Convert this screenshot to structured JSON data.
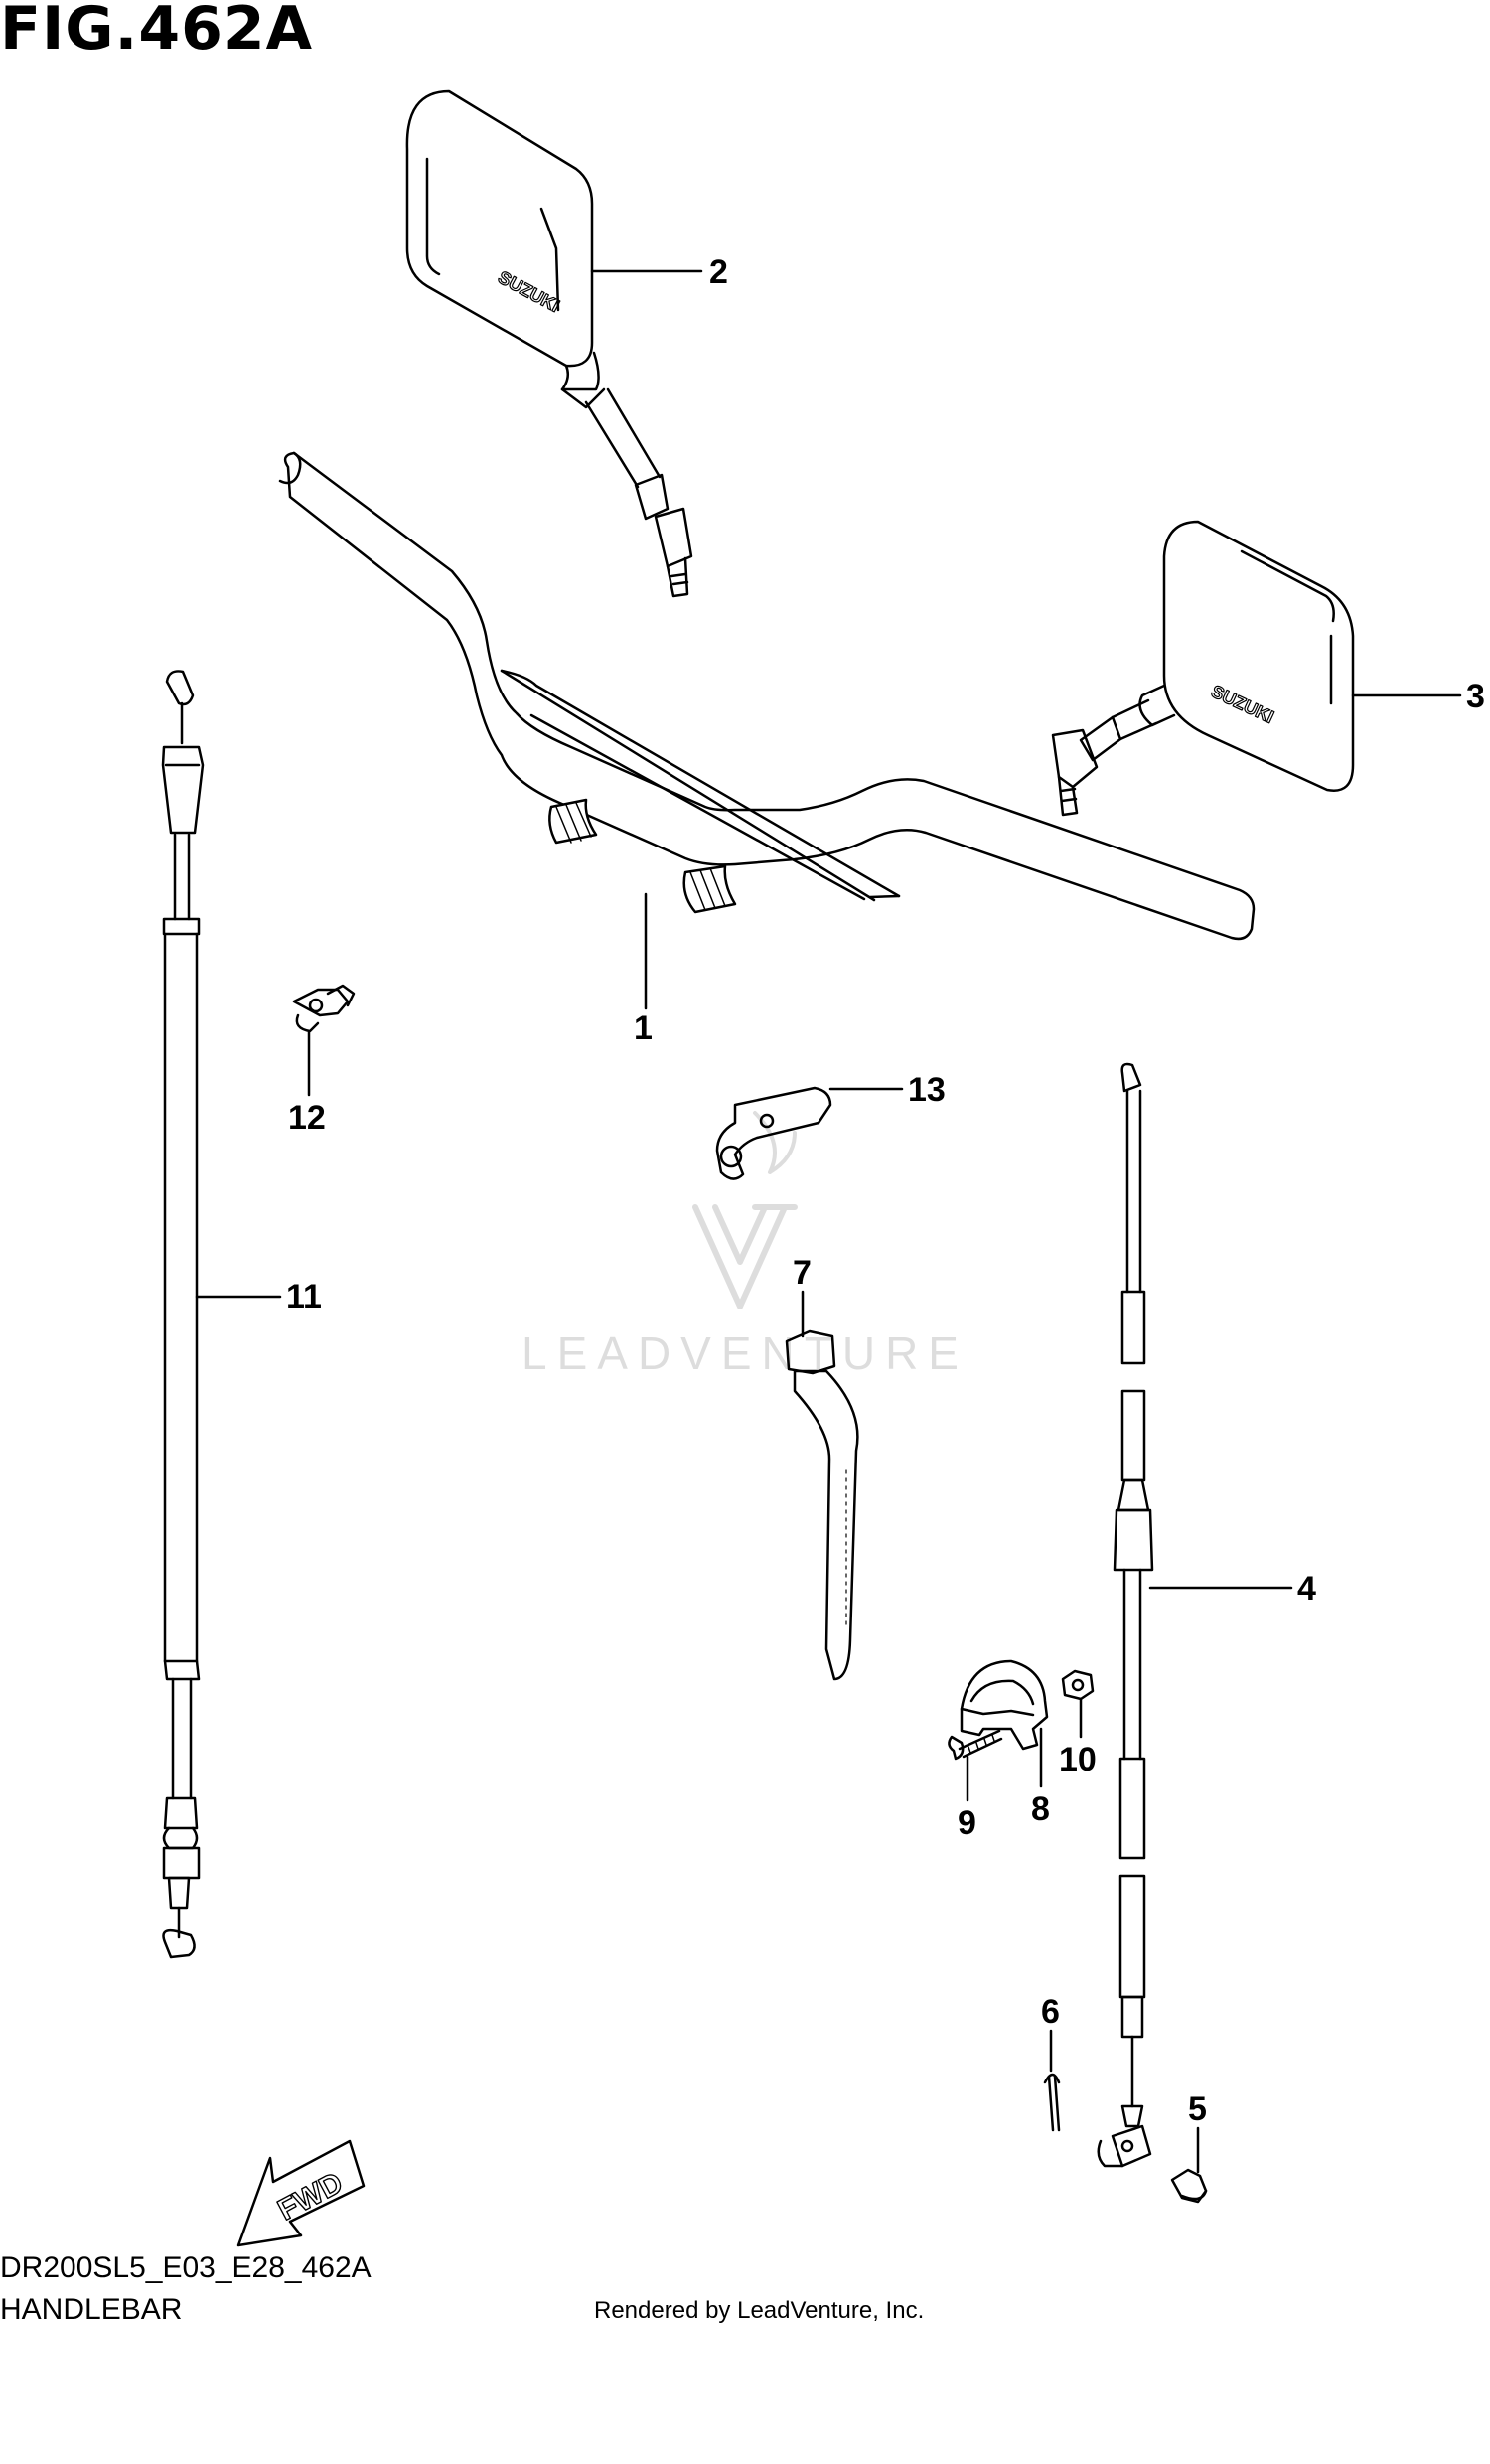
{
  "figure": {
    "title": "FIG.462A",
    "code": "DR200SL5_E03_E28_462A",
    "section": "HANDLEBAR",
    "footer": "Rendered by LeadVenture, Inc.",
    "watermark": "LEADVENTURE"
  },
  "callouts": [
    "1",
    "2",
    "3",
    "4",
    "5",
    "6",
    "7",
    "8",
    "9",
    "10",
    "11",
    "12",
    "13"
  ],
  "fwd_label": "FWD",
  "mirror_brand": "SUZUKI"
}
